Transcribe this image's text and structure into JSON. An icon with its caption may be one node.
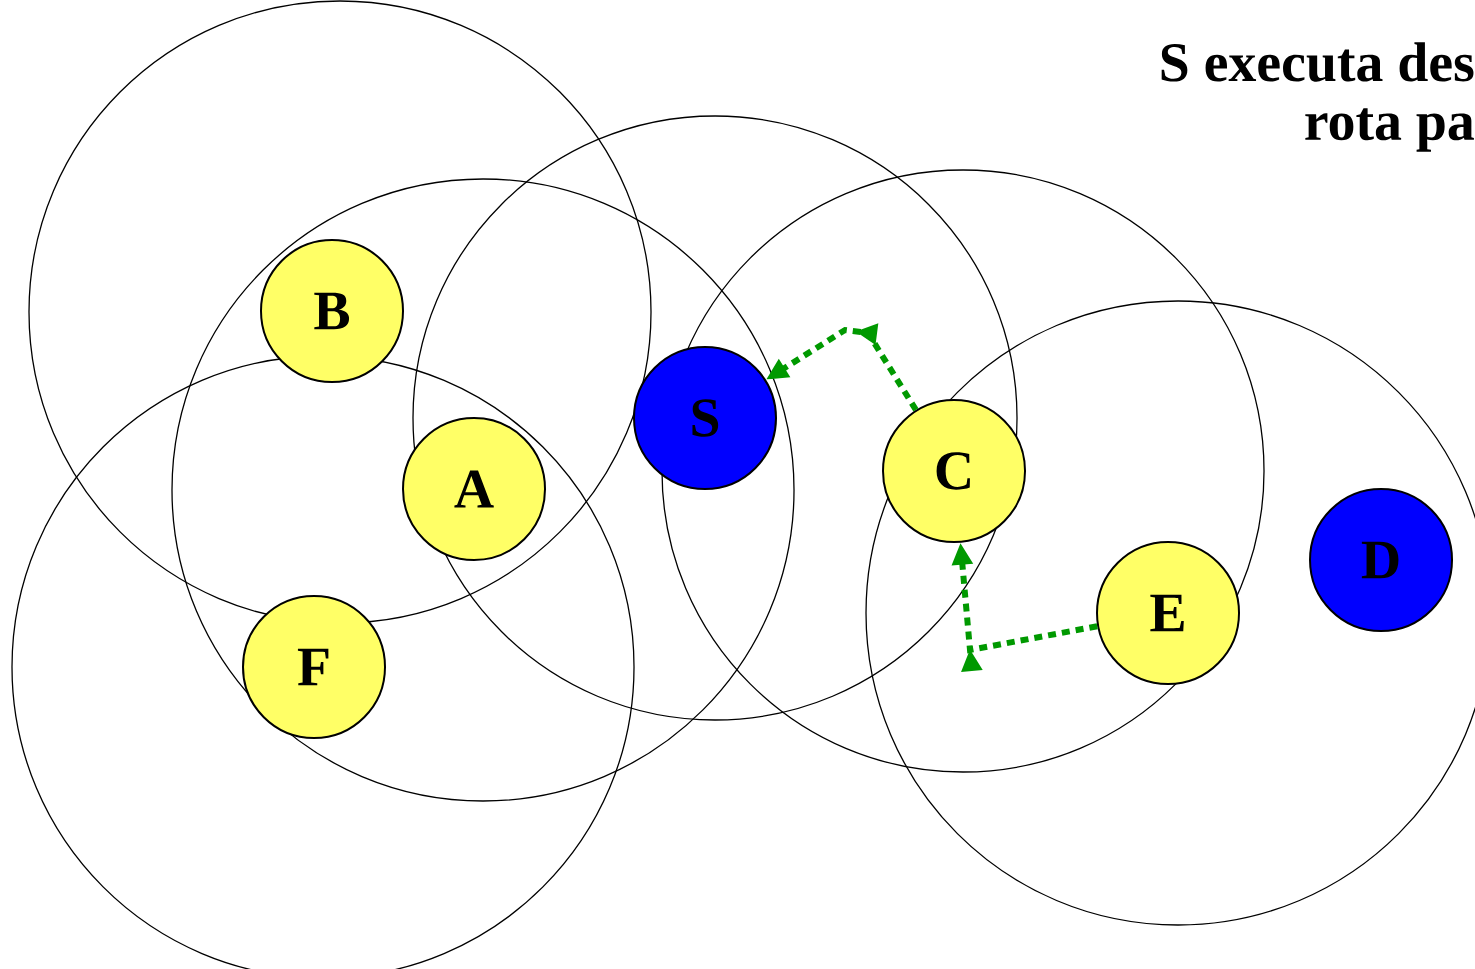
{
  "diagram": {
    "nodes": [
      {
        "text": [
          "B"
        ]
      },
      {
        "text": [
          "A"
        ]
      },
      {
        "text": [
          "F"
        ]
      },
      {
        "text": [
          "S"
        ]
      },
      {
        "text": [
          "C"
        ]
      },
      {
        "text": [
          "E"
        ]
      },
      {
        "text": [
          "D"
        ]
      }
    ],
    "edges": [
      {
        "from": 5,
        "to": 4,
        "arrow": "to",
        "style": "dashed",
        "color": "#009900"
      },
      {
        "from": 4,
        "to": 3,
        "arrow": "to",
        "style": "dashed",
        "color": "#009900"
      }
    ],
    "labels": [
      "S executa des",
      "rota pa"
    ]
  }
}
